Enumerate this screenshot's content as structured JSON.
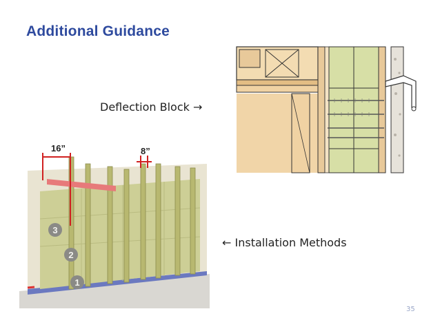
{
  "slide": {
    "title": "Additional Guidance",
    "page_number": "35"
  },
  "annotations": {
    "deflection": "Deflection Block  →",
    "installation": "← Installation Methods"
  },
  "wall_figure": {
    "dim_16": "16”",
    "dim_8": "8”",
    "step_1": "1",
    "step_2": "2",
    "step_3": "3"
  }
}
